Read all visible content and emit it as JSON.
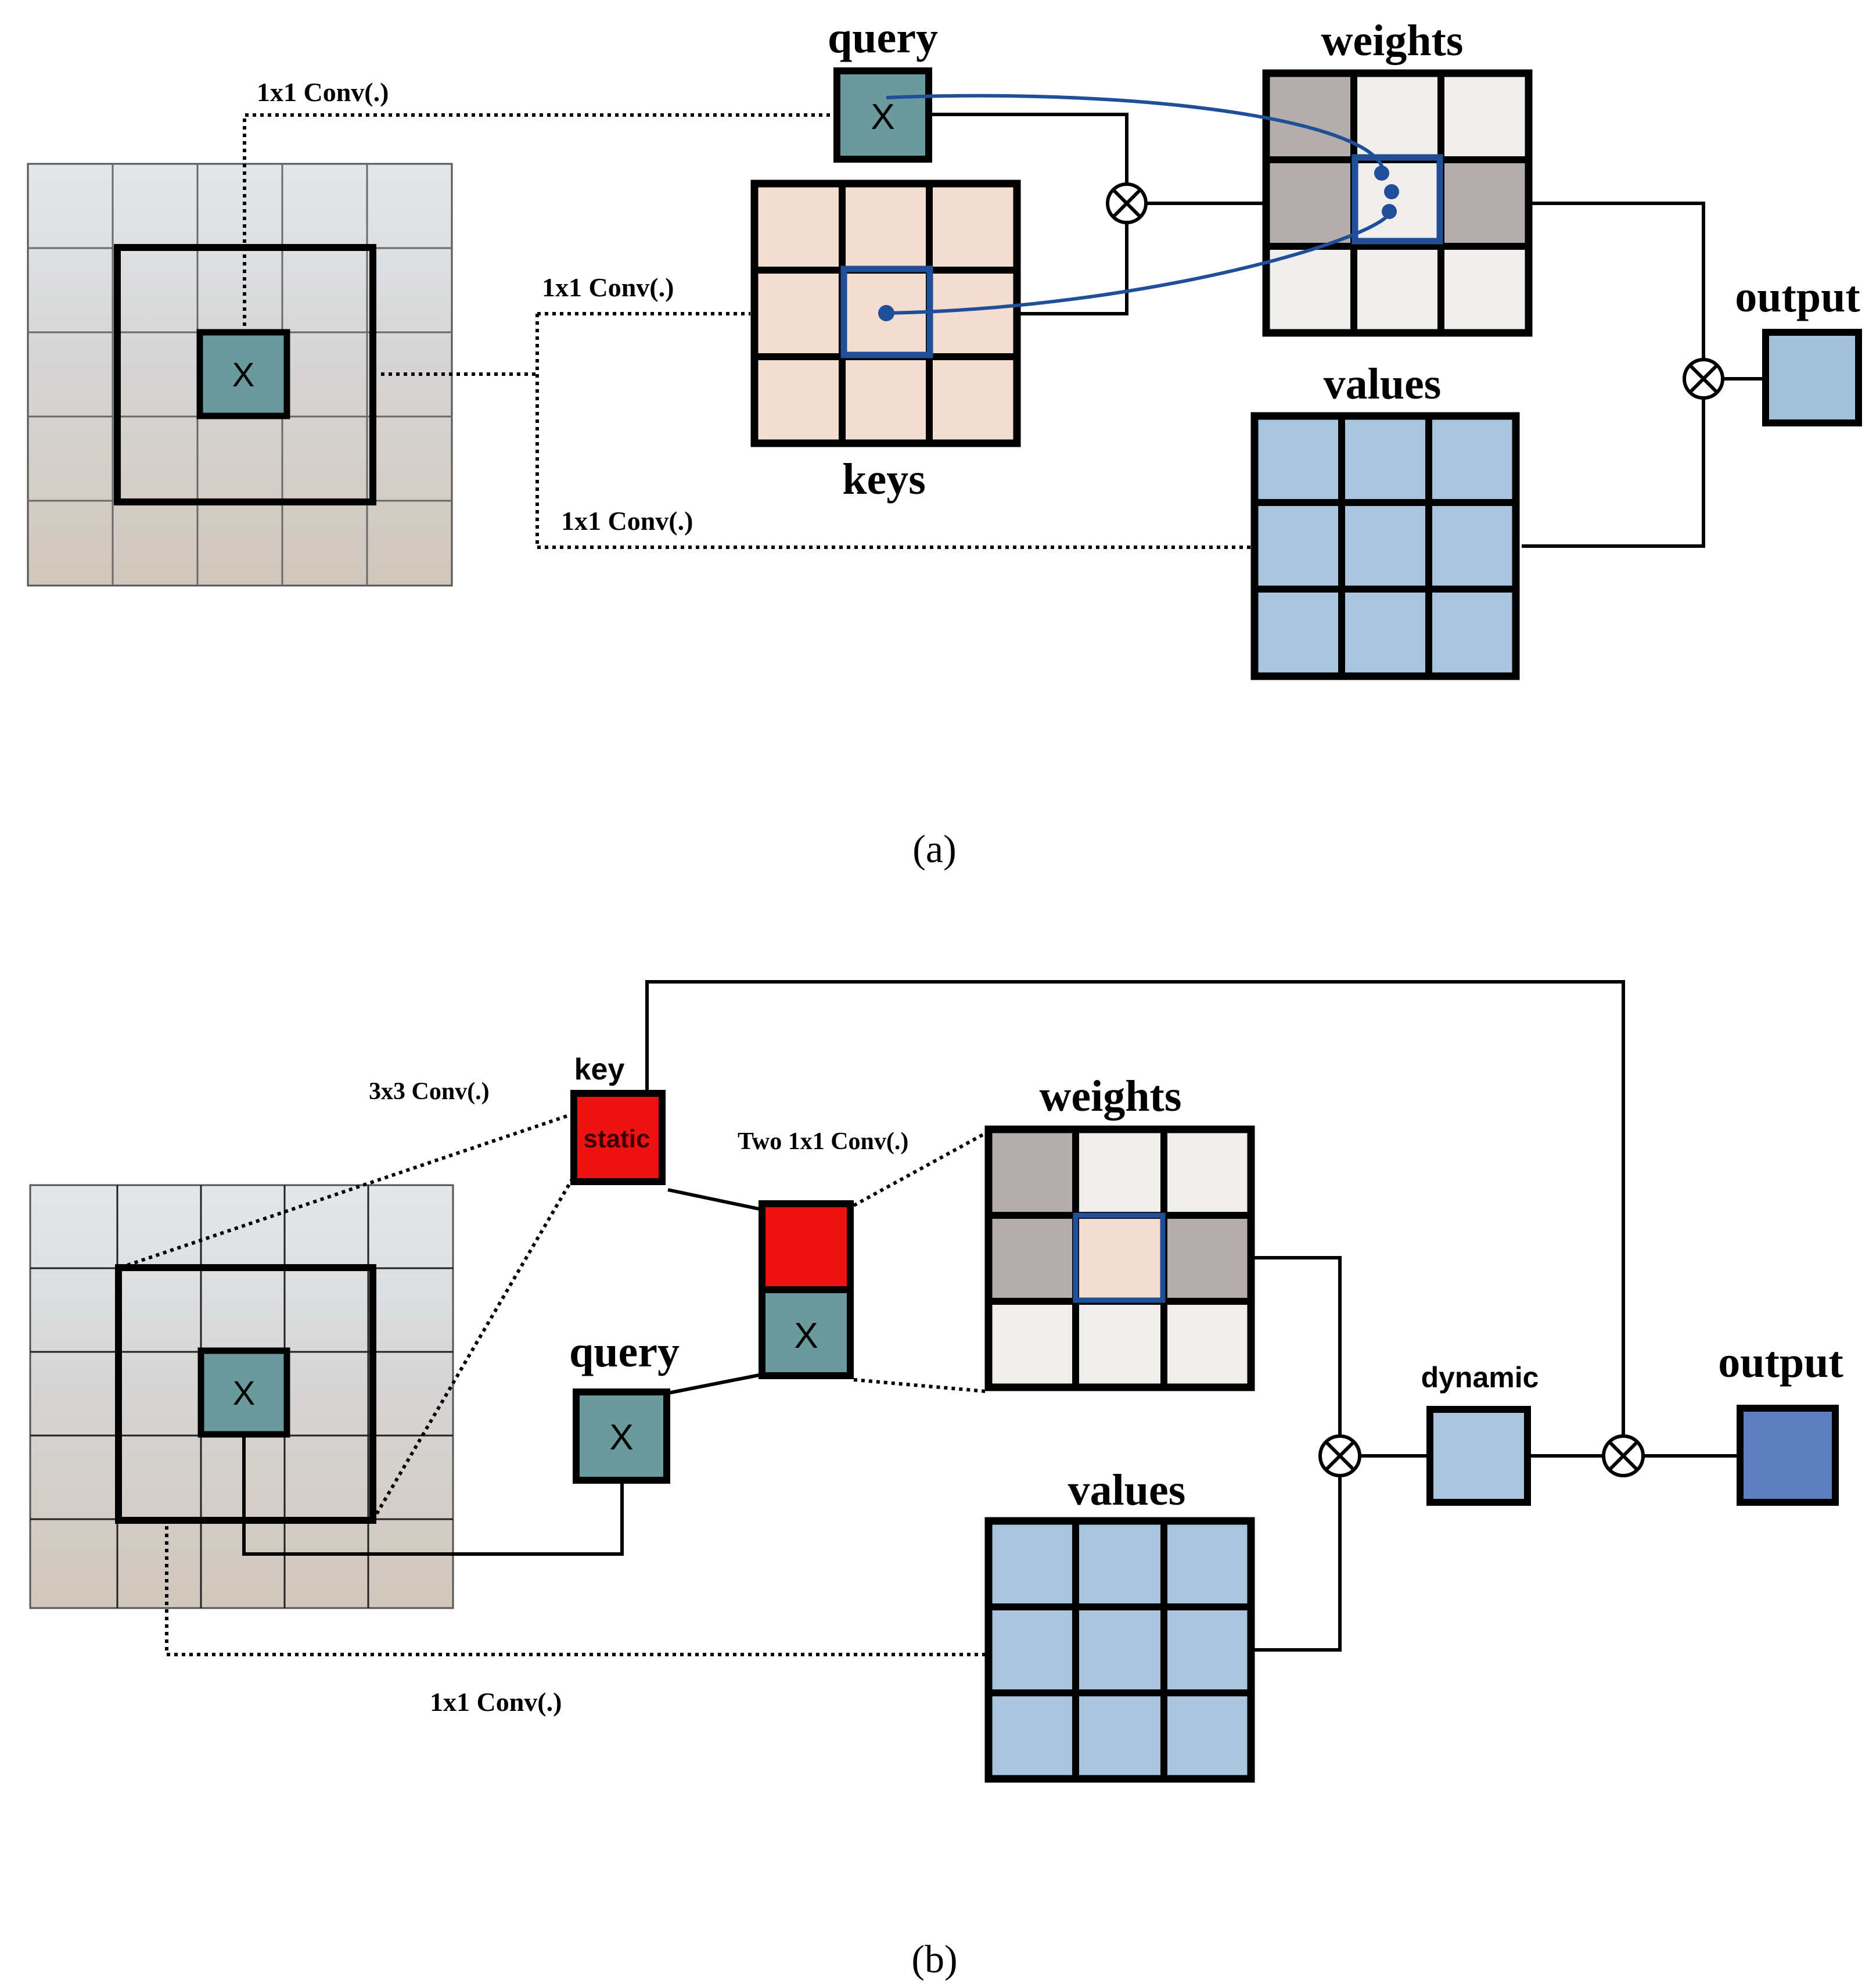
{
  "panel_a": {
    "caption_label": "(a)",
    "conv_query_label": "1x1 Conv(.)",
    "conv_keys_label": "1x1 Conv(.)",
    "conv_values_label": "1x1 Conv(.)",
    "query_title": "query",
    "keys_title": "keys",
    "weights_title": "weights",
    "values_title": "values",
    "output_title": "output",
    "x_mark": "X",
    "multiply_symbol": "⊗"
  },
  "panel_b": {
    "caption_label": "(b)",
    "conv_key_label": "3x3 Conv(.)",
    "conv_two_label": "Two 1x1 Conv(.)",
    "conv_values_label": "1x1 Conv(.)",
    "key_title": "key",
    "static_label": "static",
    "query_title": "query",
    "weights_title": "weights",
    "values_title": "values",
    "dynamic_title": "dynamic",
    "output_title": "output",
    "x_mark": "X",
    "multiply_symbol": "⊗"
  },
  "colors": {
    "teal": "#6b9a9d",
    "keys_fill": "#f2ddd0",
    "weights_light": "#f0eeeb",
    "weights_gray": "#b3aeab",
    "values_fill": "#a9c5dd",
    "output_a": "#a4c1da",
    "output_b": "#5d7fc0",
    "static_red": "#ee1111",
    "link_blue": "#1f4f99"
  }
}
